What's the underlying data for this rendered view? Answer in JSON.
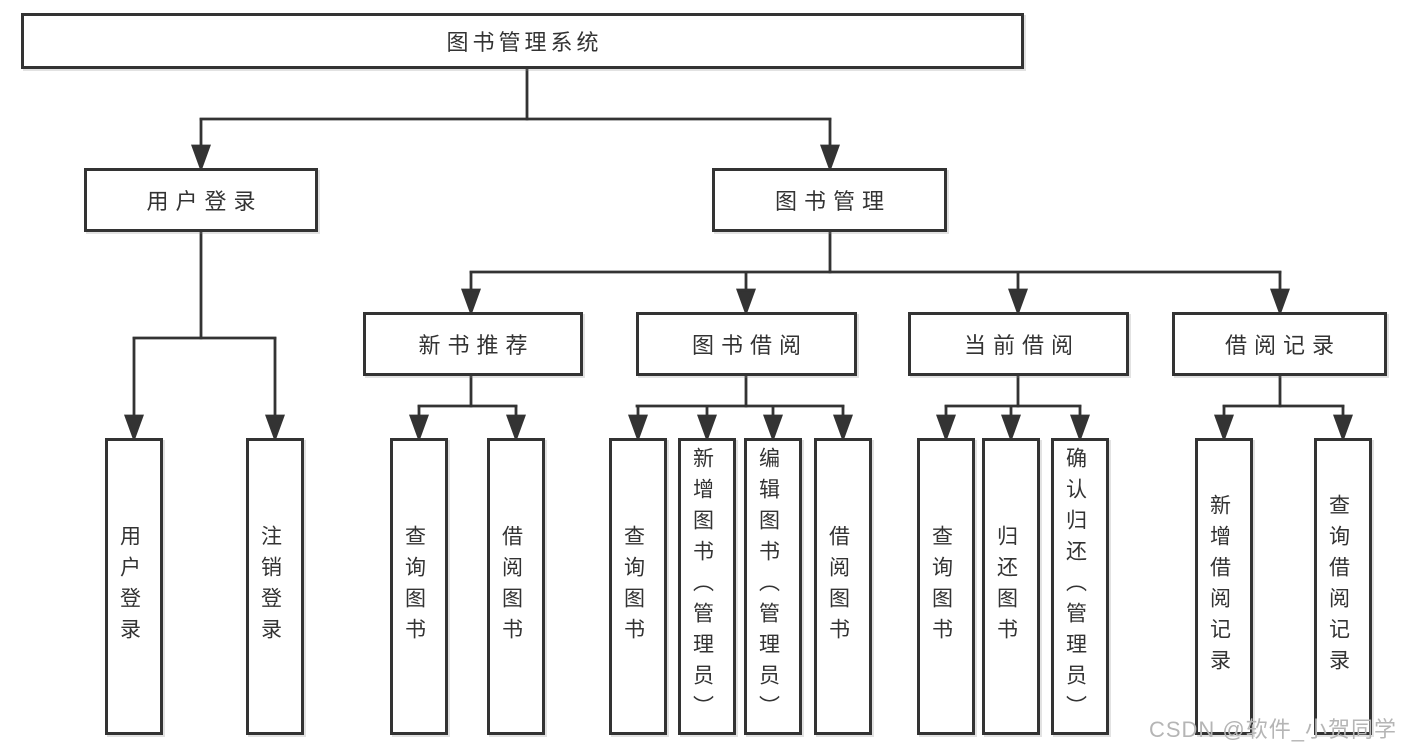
{
  "diagram": {
    "root": {
      "label": "图书管理系统"
    },
    "branches": [
      {
        "label": "用户登录",
        "children": [
          {
            "label": "用户登录"
          },
          {
            "label": "注销登录"
          }
        ]
      },
      {
        "label": "图书管理",
        "children": [
          {
            "label": "新书推荐",
            "children": [
              {
                "label": "查询图书"
              },
              {
                "label": "借阅图书"
              }
            ]
          },
          {
            "label": "图书借阅",
            "children": [
              {
                "label": "查询图书"
              },
              {
                "label": "新增图书（管理员）"
              },
              {
                "label": "编辑图书（管理员）"
              },
              {
                "label": "借阅图书"
              }
            ]
          },
          {
            "label": "当前借阅",
            "children": [
              {
                "label": "查询图书"
              },
              {
                "label": "归还图书"
              },
              {
                "label": "确认归还（管理员）"
              }
            ]
          },
          {
            "label": "借阅记录",
            "children": [
              {
                "label": "新增借阅记录"
              },
              {
                "label": "查询借阅记录"
              }
            ]
          }
        ]
      }
    ]
  },
  "watermark": {
    "text": "CSDN @软件_小贺同学"
  },
  "colors": {
    "line": "#333333",
    "border": "#333333",
    "text": "#333333",
    "watermark": "#b5b5b5",
    "background": "#ffffff"
  }
}
